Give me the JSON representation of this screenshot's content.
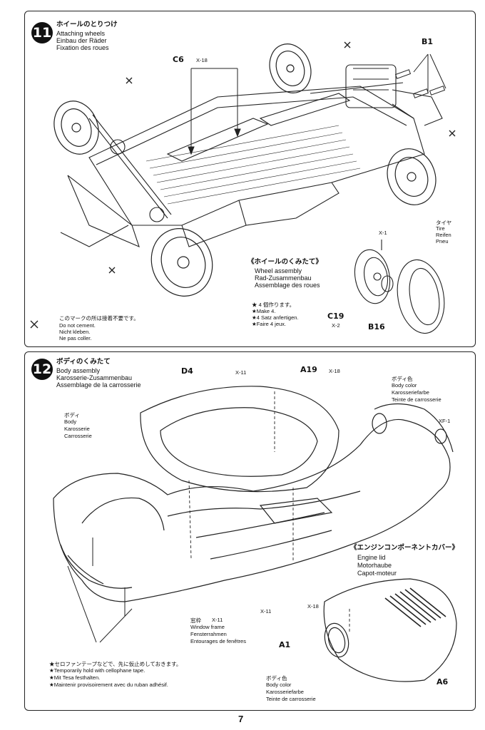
{
  "step11": {
    "number": "11",
    "title_jp": "ホイールのとりつけ",
    "title_en": "Attaching wheels",
    "title_de": "Einbau der Räder",
    "title_fr": "Fixation des roues",
    "part_c6": "C6",
    "screw_c6": "X-18",
    "part_b1": "B1",
    "wheel_assembly": {
      "jp": "《ホイールのくみたて》",
      "en": "Wheel assembly",
      "de": "Rad-Zusammenbau",
      "fr": "Assemblage des roues",
      "note_jp": "★ 4 個作ります。",
      "note_en": "★Make 4.",
      "note_de": "★4 Satz anfertigen.",
      "note_fr": "★Faire 4 jeux.",
      "screw_top": "X-1",
      "part_c19": "C19",
      "screw_c19": "X-2",
      "part_b16": "B16",
      "tire_jp": "タイヤ",
      "tire_en": "Tire",
      "tire_de": "Reifen",
      "tire_fr": "Pneu"
    },
    "no_cement": {
      "jp": "このマークの所は接着不要です。",
      "en": "Do not cement.",
      "de": "Nicht kleben.",
      "fr": "Ne pas coller."
    }
  },
  "step12": {
    "number": "12",
    "title_jp": "ボディのくみたて",
    "title_en": "Body assembly",
    "title_de": "Karosserie-Zusammenbau",
    "title_fr": "Assemblage de la carrosserie",
    "part_d4": "D4",
    "screw_x11_top": "X-11",
    "part_a19": "A19",
    "screw_a19": "X-18",
    "body_color": {
      "jp": "ボディ色",
      "en": "Body color",
      "de": "Karosseriefarbe",
      "fr": "Teinte de carrosserie"
    },
    "screw_xf1": "XF-1",
    "body_label": {
      "jp": "ボディ",
      "en": "Body",
      "de": "Karosserie",
      "fr": "Carrosserie"
    },
    "engine_lid": {
      "jp": "《エンジンコンポーネントカバー》",
      "en": "Engine lid",
      "de": "Motorhaube",
      "fr": "Capot-moteur"
    },
    "window_frame": {
      "jp": "窓枠",
      "screw": "X-11",
      "en": "Window frame",
      "de": "Fensterrahmen",
      "fr": "Entourages de fenêtres"
    },
    "screw_x11_mid": "X-11",
    "screw_x18_lid": "X-18",
    "part_a1": "A1",
    "part_a6": "A6",
    "body_color_bottom": {
      "jp": "ボディ色",
      "en": "Body color",
      "de": "Karosseriefarbe",
      "fr": "Teinte de carrosserie"
    },
    "tape_note": {
      "jp": "★セロファンテープなどで、先に仮止めしておきます。",
      "en": "★Temporarily hold with cellophane tape.",
      "de": "★Mit Tesa festhalten.",
      "fr": "★Maintenir provisoirement avec du ruban adhésif."
    }
  },
  "page_number": "7"
}
